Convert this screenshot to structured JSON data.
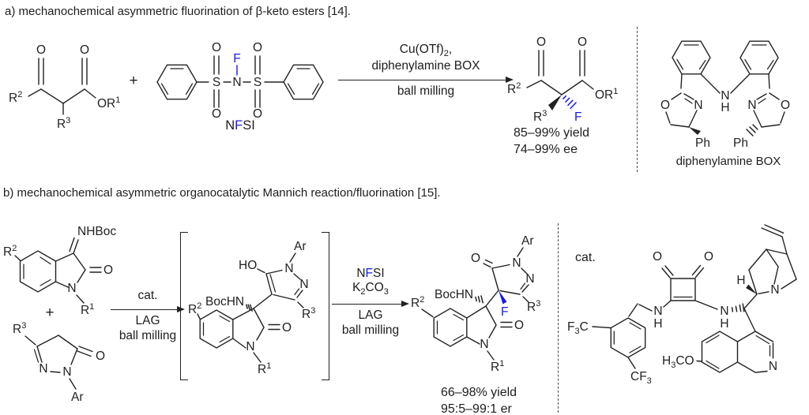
{
  "colors": {
    "blue": "#1a1ae6",
    "ink": "#222222"
  },
  "sections": {
    "a": {
      "title": "a) mechanochemical asymmetric fluorination of β-keto esters [14].",
      "plus": "+",
      "nfsi": {
        "pre": "N",
        "f": "F",
        "post": "SI"
      },
      "arrow": {
        "reagent_base": "Cu(OTf)",
        "reagent_sub": "2",
        "reagent_tail": ",",
        "ligand": "diphenylamine BOX",
        "below": "ball milling"
      },
      "yields": [
        "85–99% yield",
        "74–99% ee"
      ],
      "catalyst_label": "diphenylamine BOX"
    },
    "b": {
      "title": "b) mechanochemical asymmetric organocatalytic Mannich reaction/fluorination [15].",
      "plus": "+",
      "arrow1": {
        "above": "cat.",
        "below1": "LAG",
        "below2": "ball milling"
      },
      "arrow2": {
        "nfsi": {
          "pre": "N",
          "f": "F",
          "post": "SI"
        },
        "base": "K",
        "base_sub": "2",
        "base_mid": "CO",
        "base_sub2": "3",
        "below1": "LAG",
        "below2": "ball milling"
      },
      "yields": [
        "66–98% yield",
        "95:5–99:1 er"
      ],
      "cat_label": "cat."
    }
  },
  "atoms": {
    "O": "O",
    "N": "N",
    "S": "S",
    "F": "F",
    "H": "H",
    "R": "R",
    "sup1": "1",
    "sup2": "2",
    "sup3": "3",
    "OR": "OR",
    "NHBoc": "NHBoc",
    "BocHN": "BocHN",
    "HO": "HO",
    "Ar": "Ar",
    "Ph": "Ph",
    "F3C_a": "F",
    "F3C_sub": "3",
    "F3C_b": "C",
    "CF3_a": "CF",
    "CF3_sub": "3",
    "H3CO_a": "H",
    "H3CO_sub": "3",
    "H3CO_b": "CO"
  }
}
